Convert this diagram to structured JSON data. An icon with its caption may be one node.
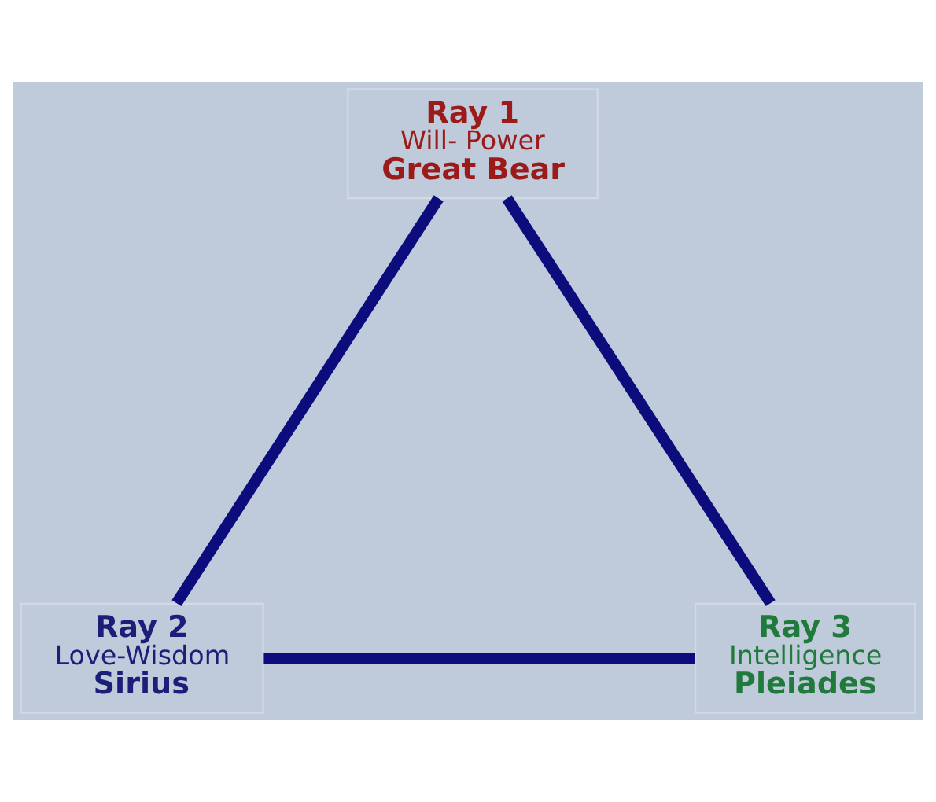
{
  "diagram": {
    "nodes": [
      {
        "text": [
          "Ray 1",
          "Will- Power",
          "Great Bear"
        ]
      },
      {
        "text": [
          "Ray 2",
          "Love-Wisdom",
          "Sirius"
        ]
      },
      {
        "text": [
          "Ray 3",
          "Intelligence",
          "Pleiades"
        ]
      }
    ],
    "edges": [
      {
        "from": 0,
        "to": 1,
        "arrow": "none"
      },
      {
        "from": 1,
        "to": 2,
        "arrow": "none"
      },
      {
        "from": 2,
        "to": 0,
        "arrow": "none"
      }
    ]
  }
}
